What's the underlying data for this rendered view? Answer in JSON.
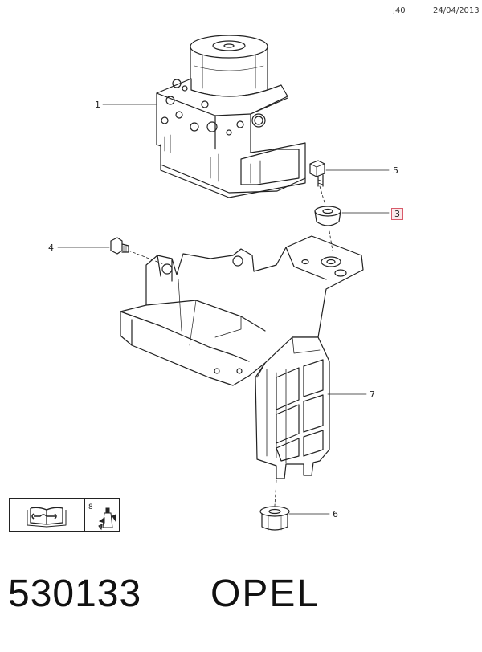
{
  "header": {
    "code": "J40",
    "date": "24/04/2013"
  },
  "callouts": [
    {
      "id": "1",
      "label": "1"
    },
    {
      "id": "3",
      "label": "3"
    },
    {
      "id": "4",
      "label": "4"
    },
    {
      "id": "5",
      "label": "5"
    },
    {
      "id": "6",
      "label": "6"
    },
    {
      "id": "7",
      "label": "7"
    }
  ],
  "legend": {
    "note_number": "8",
    "icons": [
      "wrench-manual-icon",
      "lubricant-icon"
    ]
  },
  "footer": {
    "part_number": "530133",
    "brand": "OPEL"
  },
  "colors": {
    "highlight_border": "#d85a6a",
    "highlight_fill": "#fbe9eb"
  }
}
